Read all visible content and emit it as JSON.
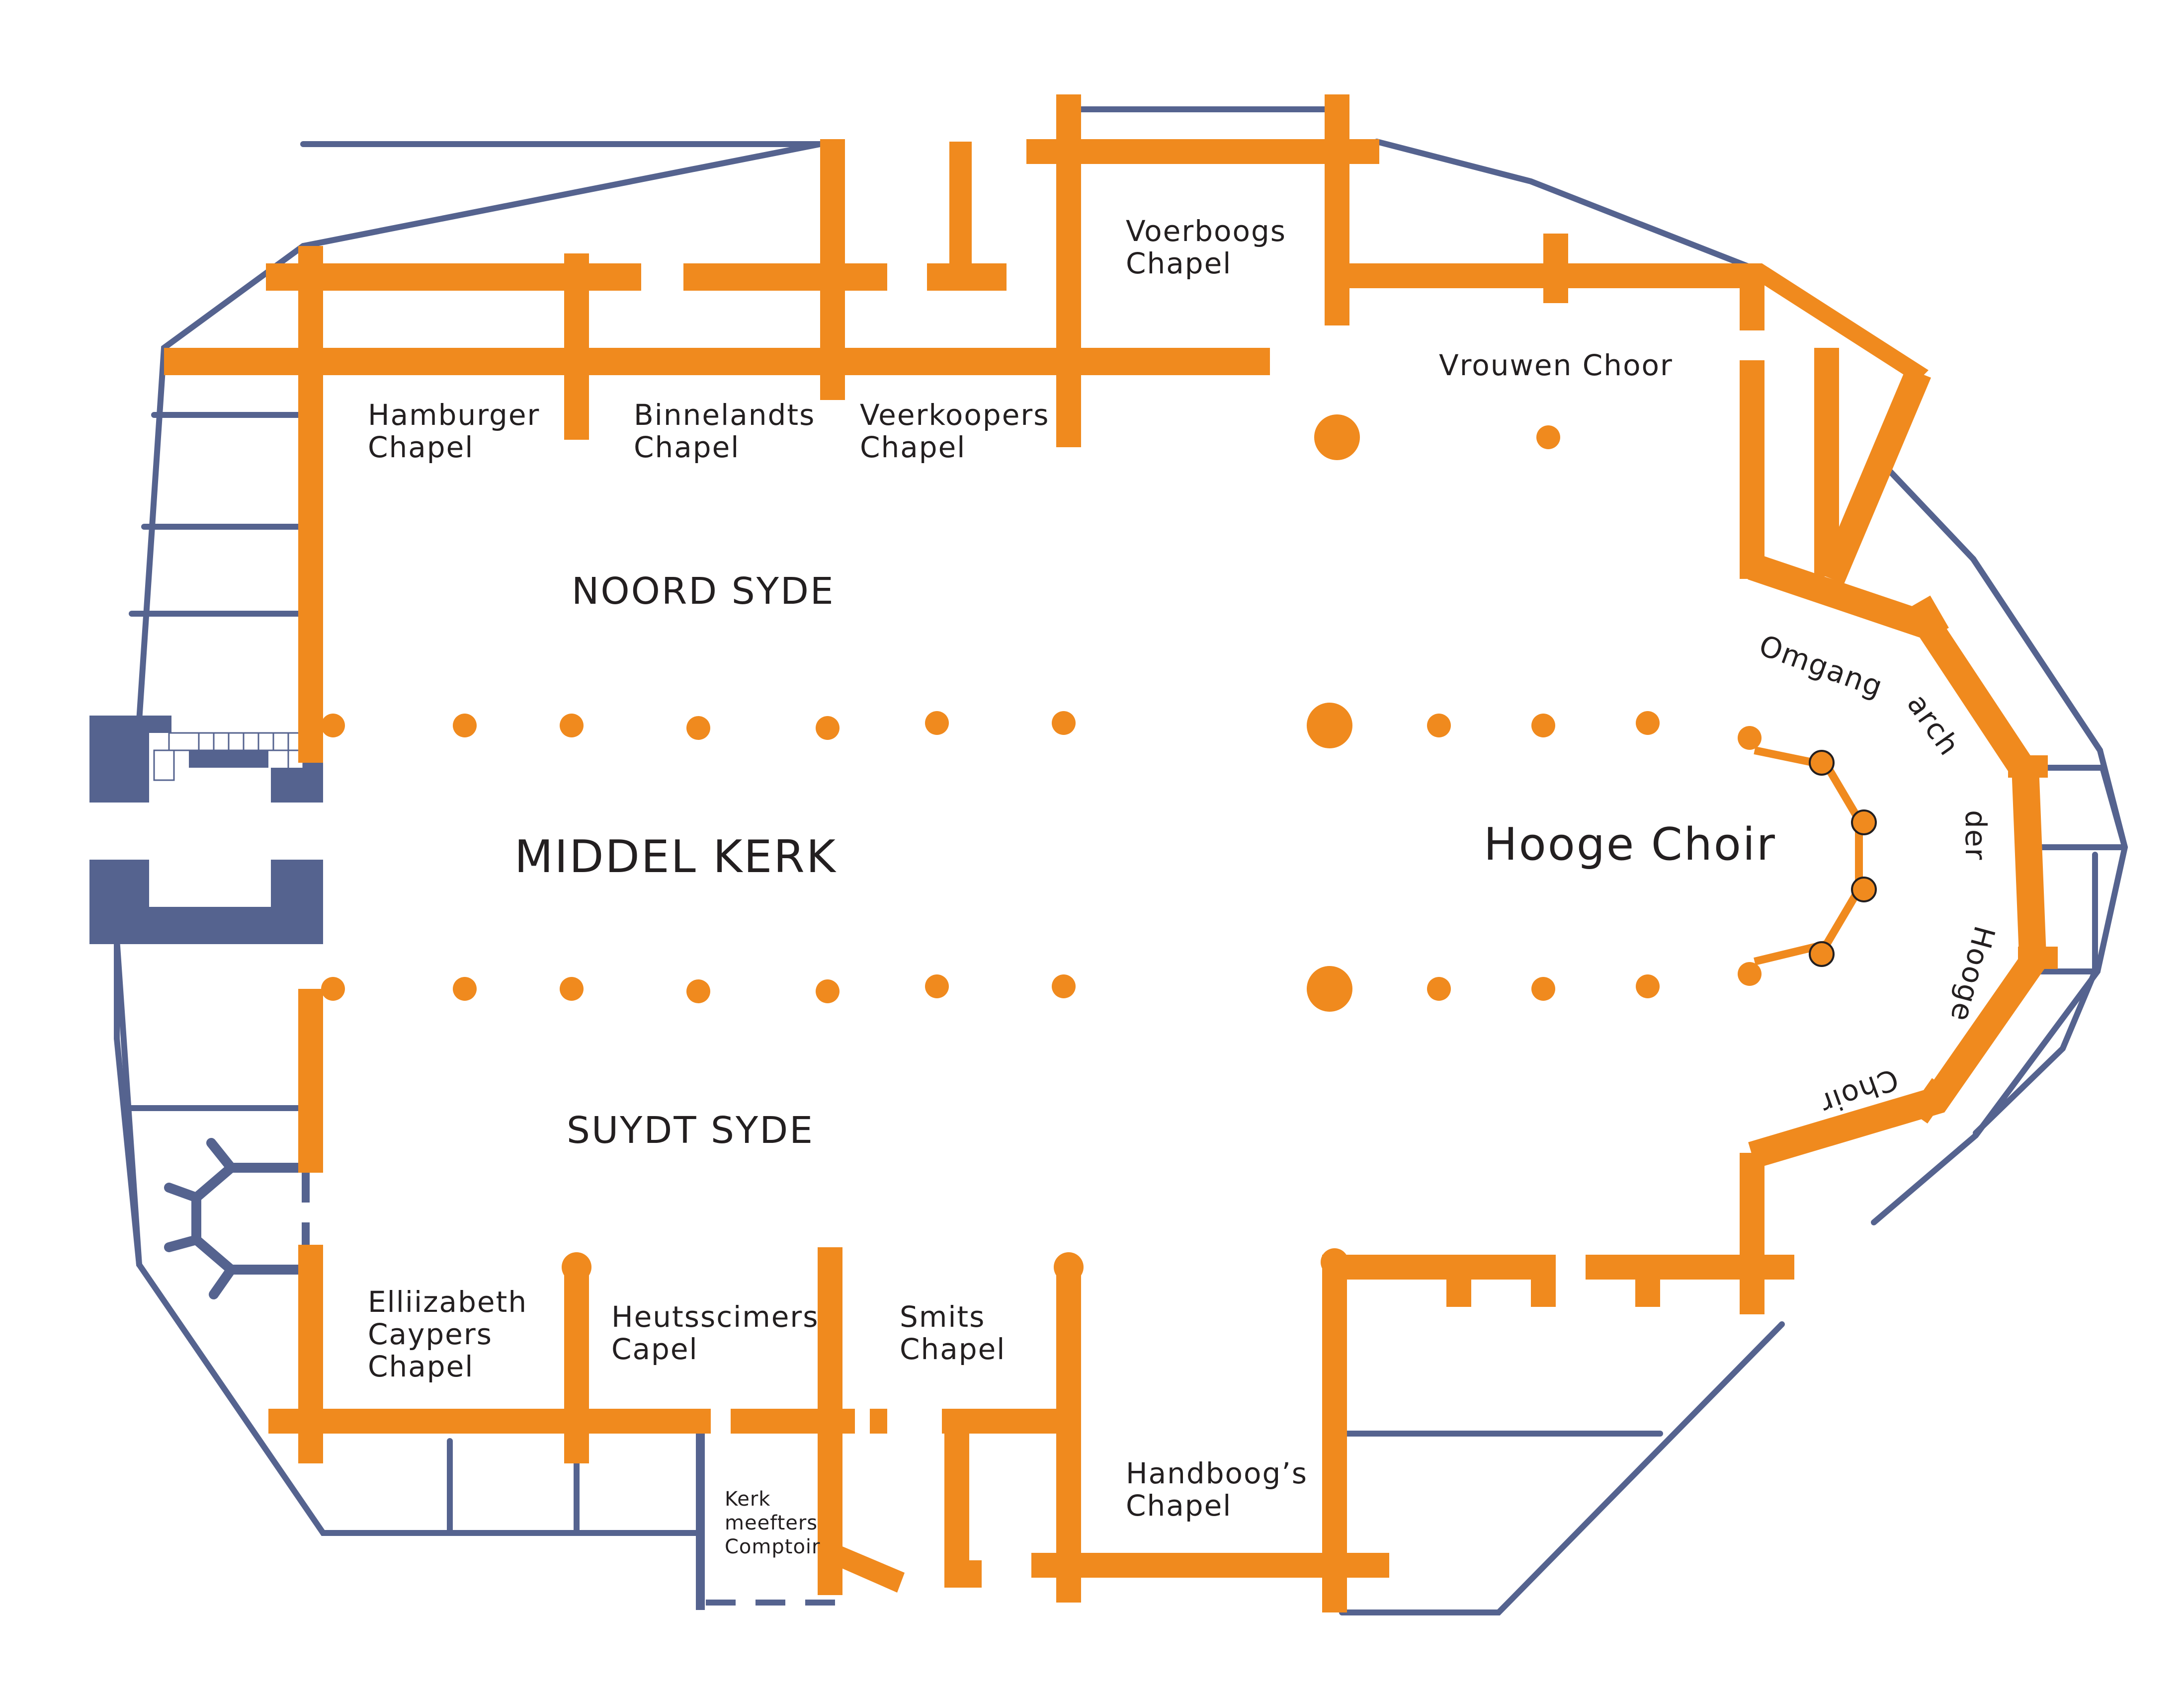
{
  "labels": {
    "voerboogs_1": "Voerboogs",
    "voerboogs_2": "Chapel",
    "vrouwen_choor": "Vrouwen Choor",
    "hamburger_1": "Hamburger",
    "hamburger_2": "Chapel",
    "binnelandts_1": "Binnelandts",
    "binnelandts_2": "Chapel",
    "veerkoopers_1": "Veerkoopers",
    "veerkoopers_2": "Chapel",
    "noord_syde": "NOORD SYDE",
    "middel_kerk": "MIDDEL KERK",
    "hooge_choir": "Hooge Choir",
    "omgang": "Omgang",
    "arch": "arch",
    "der": "der",
    "hooge": "Hooge",
    "choir": "Choir",
    "suydt_syde": "SUYDT SYDE",
    "elliizabeth_1": "Elliizabeth",
    "elliizabeth_2": "Caypers",
    "elliizabeth_3": "Chapel",
    "heutsscimers_1": "Heutsscimers",
    "heutsscimers_2": "Capel",
    "smits_1": "Smits",
    "smits_2": "Chapel",
    "kerk_1": "Kerk",
    "kerk_2": "meefters",
    "kerk_3": "Comptoir",
    "handboog_1": "Handboog’s",
    "handboog_2": "Chapel"
  },
  "colors": {
    "walls": "#f08a1e",
    "outer_structure": "#55638f",
    "text": "#231f20",
    "background": "#ffffff"
  }
}
